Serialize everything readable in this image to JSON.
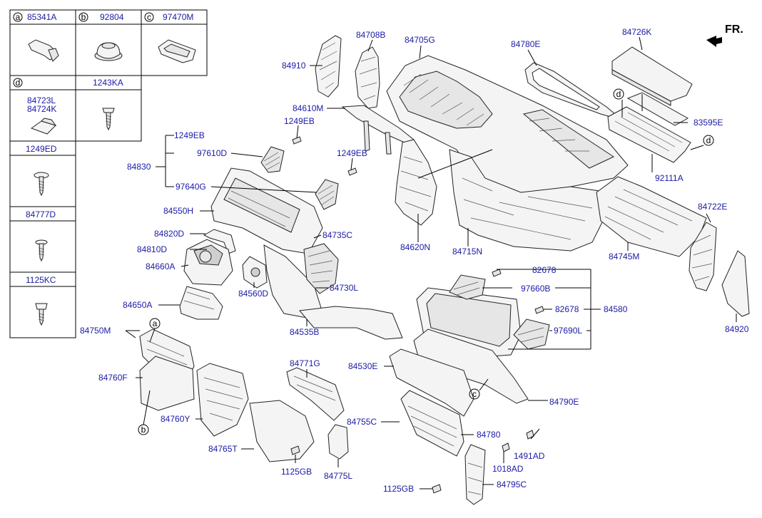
{
  "direction": "FR.",
  "legend": {
    "top": [
      {
        "letter": "a",
        "part": "85341A"
      },
      {
        "letter": "b",
        "part": "92804"
      },
      {
        "letter": "c",
        "part": "97470M"
      }
    ],
    "d": {
      "letter": "d",
      "part_line1": "84723L",
      "part_line2": "84724K"
    },
    "d_right": {
      "part": "1243KA"
    },
    "column": [
      {
        "part": "1249ED"
      },
      {
        "part": "84777D"
      },
      {
        "part": "1125KC"
      }
    ]
  },
  "labels": {
    "p84910": "84910",
    "p84708B": "84708B",
    "p84705G": "84705G",
    "p84780E": "84780E",
    "p84726K": "84726K",
    "p84610M": "84610M",
    "p1249EB_a": "1249EB",
    "p1249EB_b": "1249EB",
    "p1249EB_c": "1249EB",
    "p84830": "84830",
    "p97610D": "97610D",
    "p97640G": "97640G",
    "p84550H": "84550H",
    "p84820D": "84820D",
    "p84810D": "84810D",
    "p84660A": "84660A",
    "p84560D": "84560D",
    "p84735C": "84735C",
    "p84620N": "84620N",
    "p84715N": "84715N",
    "p83595E": "83595E",
    "p92111A": "92111A",
    "p84722E": "84722E",
    "p84745M": "84745M",
    "p84920": "84920",
    "p84730L": "84730L",
    "p84650A": "84650A",
    "p84535B": "84535B",
    "p82678_a": "82678",
    "p97660B": "97660B",
    "p82678_b": "82678",
    "p84580": "84580",
    "p97690L": "97690L",
    "p84750M": "84750M",
    "p84760F": "84760F",
    "p84771G": "84771G",
    "p84530E": "84530E",
    "p84790E": "84790E",
    "p84760Y": "84760Y",
    "p84765T": "84765T",
    "p84755C": "84755C",
    "p84780": "84780",
    "p1491AD": "1491AD",
    "p1125GB_a": "1125GB",
    "p84775L": "84775L",
    "p1018AD": "1018AD",
    "p1125GB_b": "1125GB",
    "p84795C": "84795C"
  },
  "callouts": {
    "a": "a",
    "b": "b",
    "c": "c",
    "d1": "d",
    "d2": "d"
  }
}
